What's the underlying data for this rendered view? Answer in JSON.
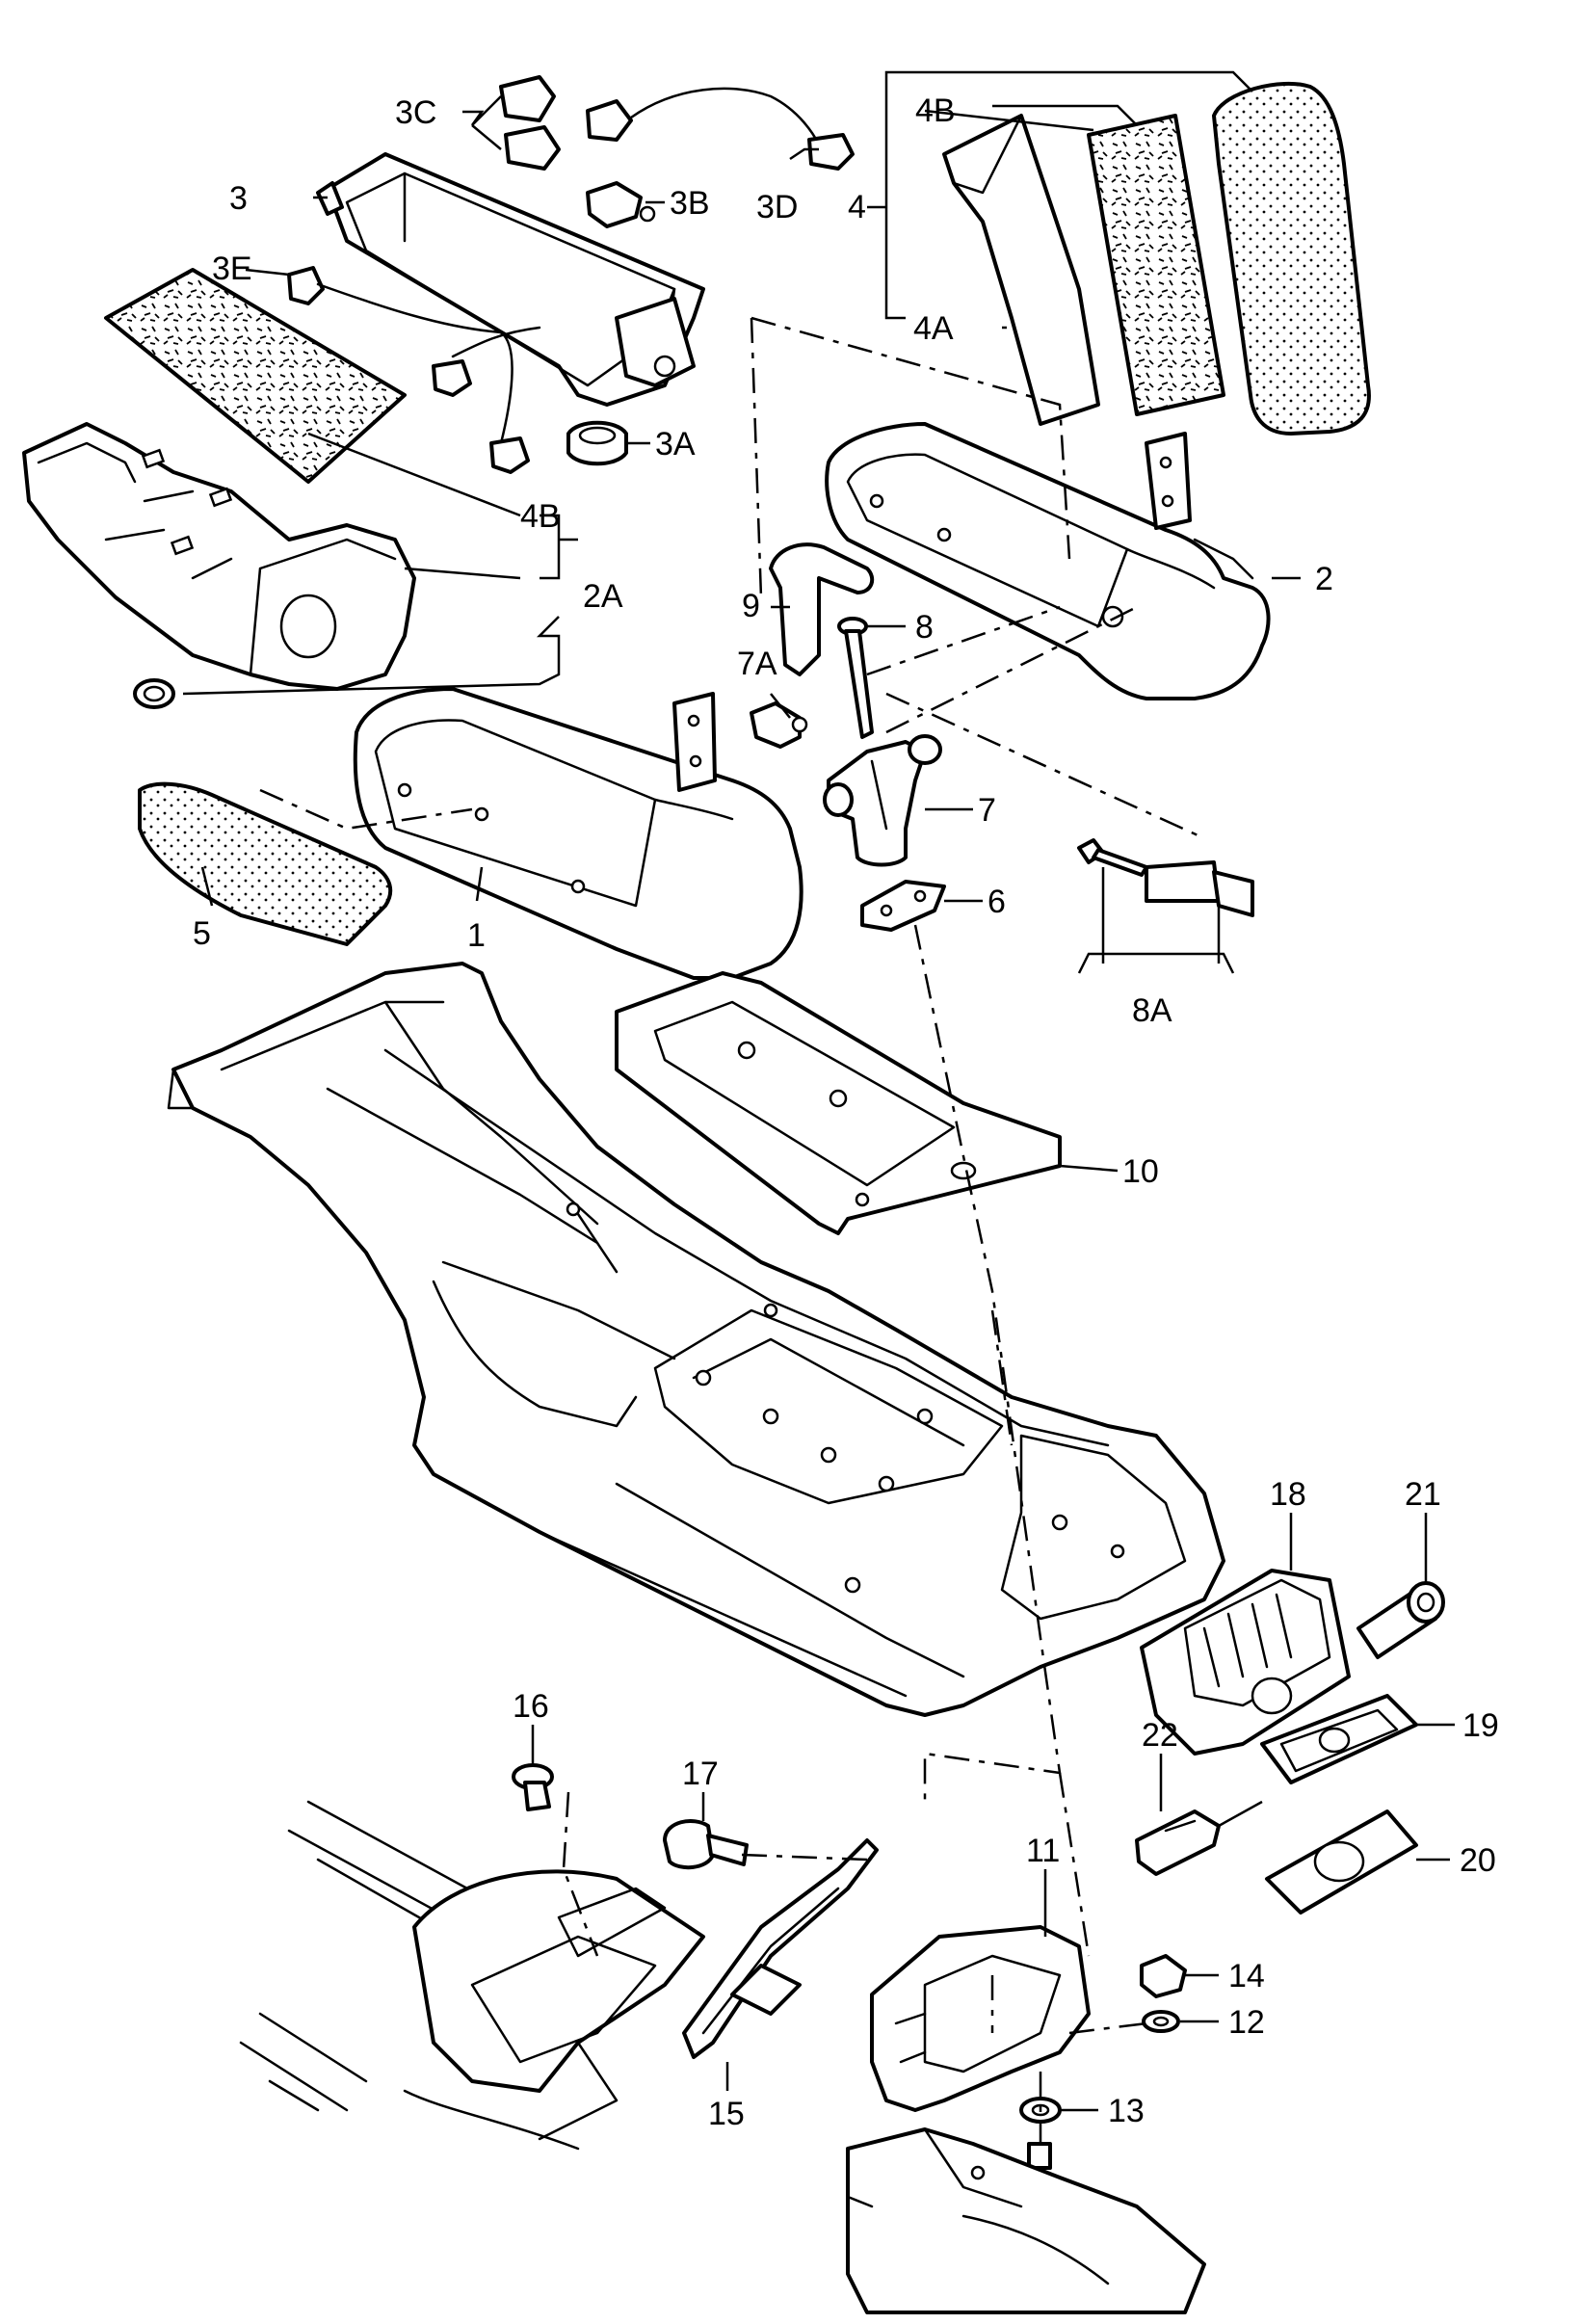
{
  "diagram": {
    "callouts": [
      "1",
      "2",
      "2A",
      "3",
      "3A",
      "3B",
      "3C",
      "3D",
      "3E",
      "4",
      "4A",
      "4B",
      "4B",
      "5",
      "6",
      "7",
      "7A",
      "8",
      "8A",
      "9",
      "10",
      "11",
      "12",
      "13",
      "14",
      "15",
      "16",
      "17",
      "18",
      "19",
      "20",
      "21",
      "22"
    ]
  },
  "colors": {
    "line": "#000000",
    "background": "#ffffff"
  }
}
